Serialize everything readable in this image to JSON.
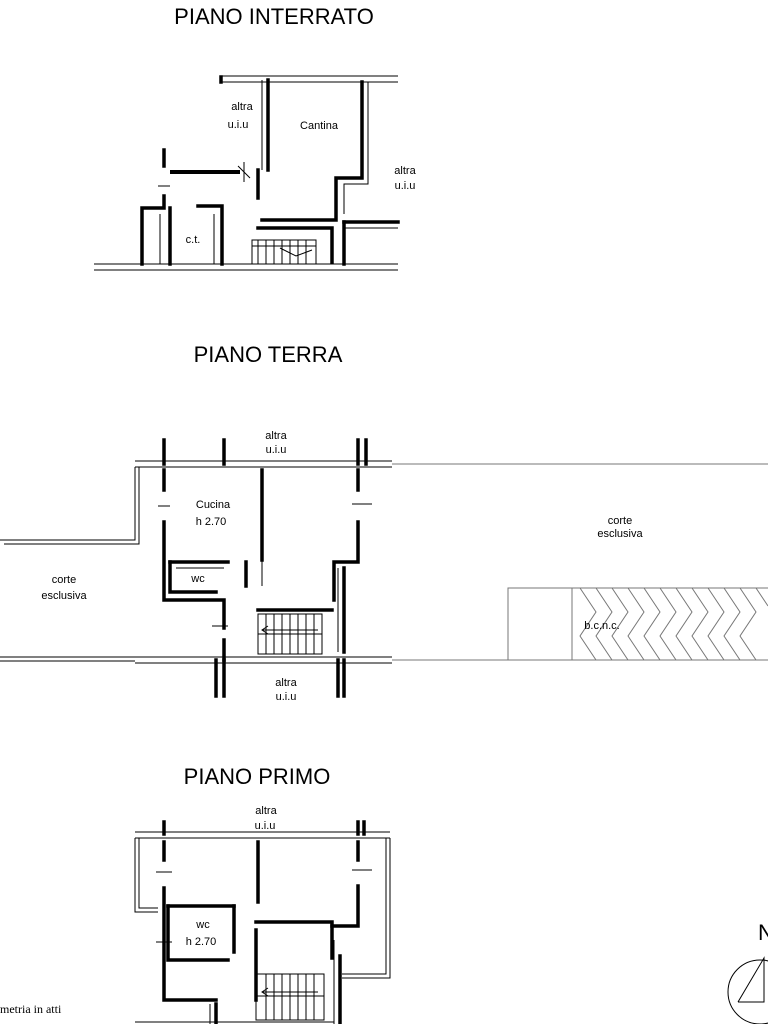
{
  "floors": {
    "basement": {
      "title": "PIANO INTERRATO",
      "labels": {
        "other_unit_left_1": "altra",
        "other_unit_left_2": "u.i.u",
        "cellar": "Cantina",
        "other_unit_right_1": "altra",
        "other_unit_right_2": "u.i.u",
        "boiler_room": "c.t."
      }
    },
    "ground": {
      "title": "PIANO TERRA",
      "labels": {
        "other_unit_top_1": "altra",
        "other_unit_top_2": "u.i.u",
        "kitchen": "Cucina",
        "kitchen_height": "h 2.70",
        "wc": "wc",
        "courtyard_left_1": "corte",
        "courtyard_left_2": "esclusiva",
        "courtyard_right_1": "corte",
        "courtyard_right_2": "esclusiva",
        "bcnc": "b.c.n.c.",
        "other_unit_bottom_1": "altra",
        "other_unit_bottom_2": "u.i.u"
      }
    },
    "first": {
      "title": "PIANO PRIMO",
      "labels": {
        "other_unit_top_1": "altra",
        "other_unit_top_2": "u.i.u",
        "wc": "wc",
        "wc_height": "h 2.70"
      }
    }
  },
  "footer_note": "metria in atti",
  "north_letter": "N"
}
